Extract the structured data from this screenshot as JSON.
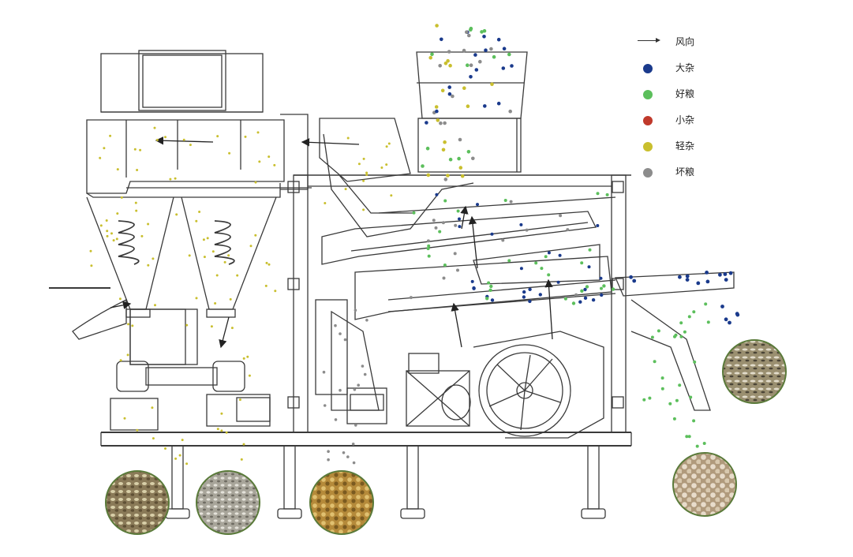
{
  "legend": {
    "items": [
      {
        "kind": "arrow",
        "label": "风向"
      },
      {
        "kind": "dot",
        "label": "大杂",
        "color": "#1a3a8c"
      },
      {
        "kind": "dot",
        "label": "好粮",
        "color": "#5cbf5c"
      },
      {
        "kind": "dot",
        "label": "小杂",
        "color": "#c0392b"
      },
      {
        "kind": "dot",
        "label": "轻杂",
        "color": "#c9bf2e"
      },
      {
        "kind": "dot",
        "label": "坏粮",
        "color": "#8c8c8c"
      }
    ]
  },
  "colors": {
    "line": "#3a3a3a",
    "large_impurity": "#1a3a8c",
    "good_grain": "#5cbf5c",
    "light_impurity": "#c9bf2e",
    "bad_grain": "#8c8c8c"
  },
  "samples": [
    {
      "name": "light-impurity-sample",
      "tone": "#8a7a58"
    },
    {
      "name": "dust-sample",
      "tone": "#a8a59a"
    },
    {
      "name": "bad-grain-sample",
      "tone": "#b58a3a"
    },
    {
      "name": "large-impurity-sample",
      "tone": "#9a8f70"
    },
    {
      "name": "good-grain-sample",
      "tone": "#c8b59a"
    }
  ]
}
